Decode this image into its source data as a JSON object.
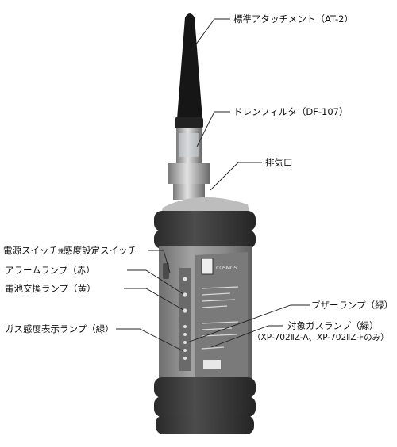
{
  "callouts": {
    "antenna": "標準アタッチメント（AT-2）",
    "drain_filter": "ドレンフィルタ（DF-107）",
    "exhaust": "排気口",
    "power_switch_pre": "電源スイッチ",
    "power_switch_small": "兼",
    "power_switch_post": "感度設定スイッチ",
    "alarm_lamp": "アラームランプ（赤）",
    "battery_lamp": "電池交換ランプ（黄）",
    "gas_lamp": "ガス感度表示ランプ（緑）",
    "buzzer_lamp": "ブザーランプ（緑）",
    "target_gas_lamp": "対象ガスランプ（緑）",
    "target_gas_note": "（XP-702ⅡZ-A、XP-702ⅡZ-Fのみ）"
  },
  "device": {
    "brand": "COSMOS"
  },
  "colors": {
    "body": "#8c8c8c",
    "bumper": "#3a3a3a",
    "antenna": "#1a1a1a",
    "fitting": "#b5b5b5",
    "line": "#222222"
  }
}
